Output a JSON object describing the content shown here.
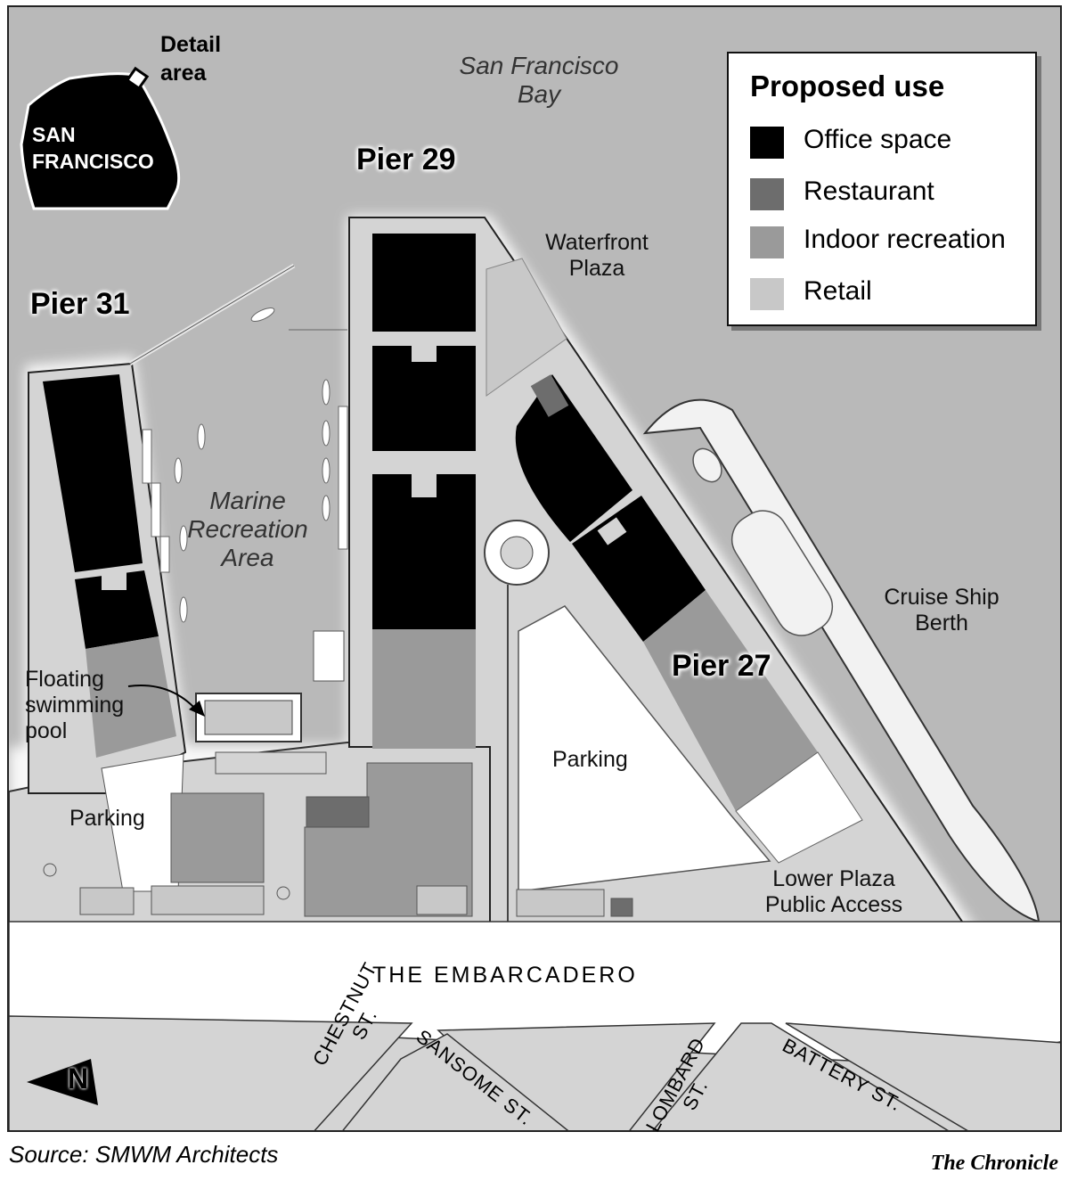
{
  "piers": {
    "pier_31": "Pier 31",
    "pier_29": "Pier 29",
    "pier_27": "Pier 27"
  },
  "areas": {
    "bay_line1": "San Francisco",
    "bay_line2": "Bay",
    "marine_line1": "Marine",
    "marine_line2": "Recreation",
    "marine_line3": "Area",
    "waterfront_line1": "Waterfront",
    "waterfront_line2": "Plaza",
    "cruise_line1": "Cruise Ship",
    "cruise_line2": "Berth",
    "pool_line1": "Floating",
    "pool_line2": "swimming",
    "pool_line3": "pool",
    "parking_left": "Parking",
    "parking_center": "Parking",
    "lower_plaza_line1": "Lower Plaza",
    "lower_plaza_line2": "Public Access"
  },
  "streets": {
    "embarcadero": "THE EMBARCADERO",
    "chestnut_line1": "CHESTNUT",
    "chestnut_line2": "ST.",
    "sansome": "SANSOME ST.",
    "lombard_line1": "LOMBARD",
    "lombard_line2": "ST.",
    "battery": "BATTERY ST."
  },
  "inset": {
    "city_line1": "SAN",
    "city_line2": "FRANCISCO",
    "detail_line1": "Detail",
    "detail_line2": "area"
  },
  "legend": {
    "title": "Proposed use",
    "items": [
      {
        "label": "Office space",
        "color": "#000000"
      },
      {
        "label": "Restaurant",
        "color": "#6d6d6d"
      },
      {
        "label": "Indoor recreation",
        "color": "#9a9a9a"
      },
      {
        "label": "Retail",
        "color": "#c8c8c8"
      }
    ]
  },
  "compass": {
    "label": "N"
  },
  "footer": {
    "source": "Source: SMWM Architects",
    "credit": "The Chronicle"
  },
  "colors": {
    "water": "#b9b9b9",
    "pier_deck": "#d4d4d4",
    "office": "#000000",
    "restaurant": "#6d6d6d",
    "indoor_recreation": "#9a9a9a",
    "retail": "#c8c8c8",
    "open_space": "#ffffff"
  }
}
